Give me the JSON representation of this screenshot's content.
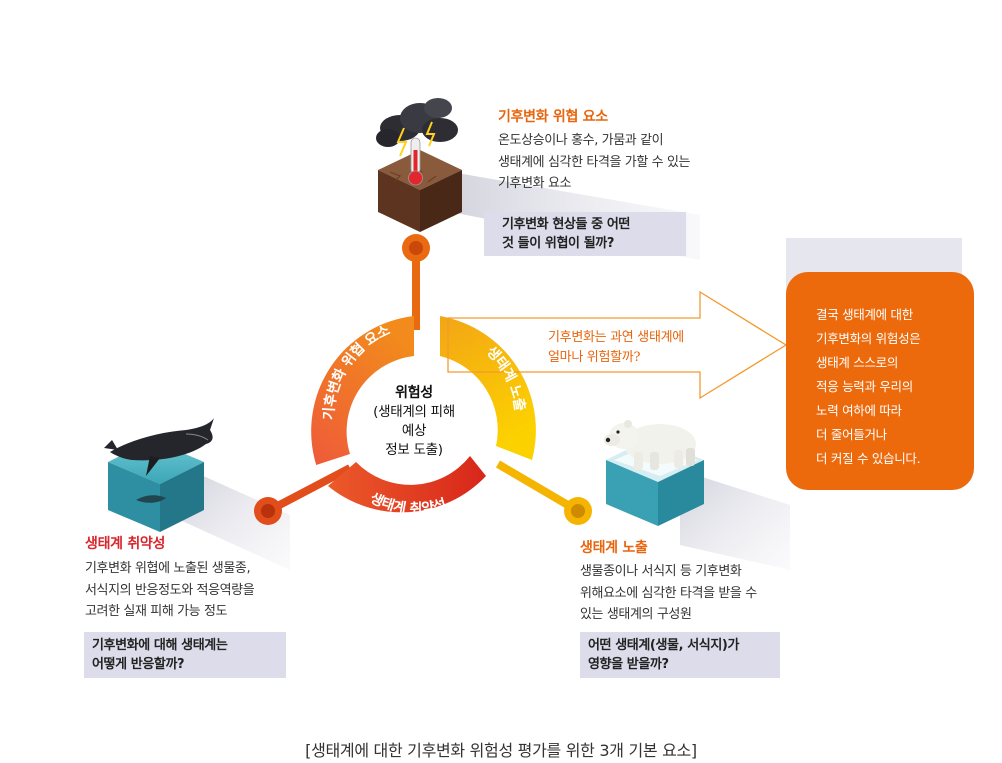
{
  "hazard": {
    "title": "기후변화 위협 요소",
    "desc": [
      "온도상승이나 홍수, 가뭄과 같이",
      "생태계에 심각한 타격을 가할 수 있는",
      "기후변화 요소"
    ],
    "question": [
      "기후변화 현상들 중 어떤",
      "것 들이 위협이 될까?"
    ],
    "segment_label": "기후변화 위협 요소",
    "colors": {
      "segment": "#ef7a1f",
      "node": "#ea6a12"
    }
  },
  "vulnerability": {
    "title": "생태계 취약성",
    "desc": [
      "기후변화 위협에 노출된 생물종,",
      "서식지의 반응정도와 적응역량을",
      "고려한 실재 피해 가능 정도"
    ],
    "question": [
      "기후변화에 대해 생태계는",
      "어떻게 반응할까?"
    ],
    "segment_label": "생태계 취약성",
    "colors": {
      "segment": "#e0361a",
      "node": "#e24d1c"
    }
  },
  "exposure": {
    "title": "생태계 노출",
    "desc": [
      "생물종이나 서식지 등 기후변화",
      "위해요소에 심각한 타격을 받을 수",
      "있는 생태계의 구성원"
    ],
    "question": [
      "어떤 생태계(생물, 서식지)가",
      "영향을 받을까?"
    ],
    "segment_label": "생태계 노출",
    "colors": {
      "segment": "#f5b800",
      "node": "#f4b400"
    }
  },
  "center": {
    "lines": [
      "위험성",
      "(생태계의 피해",
      "예상",
      "정보 도출)"
    ]
  },
  "arrow": {
    "text": [
      "기후변화는 과연 생태계에",
      "얼마나 위험할까?"
    ],
    "color": "#f39a2c"
  },
  "conclusion": {
    "lines": [
      "결국 생태계에 대한",
      "기후변화의 위험성은",
      "생태계 스스로의",
      "적응 능력과 우리의",
      "노력 여하에 따라",
      "더 줄어들거나",
      "더 커질 수 있습니다."
    ],
    "color": "#ec6a0c"
  },
  "caption": "[생태계에 대한 기후변화 위험성 평가를 위한 3개 기본 요소]",
  "icons": [
    "storm-cloud-icon",
    "thermometer-icon",
    "whale-icon",
    "polar-bear-icon"
  ]
}
